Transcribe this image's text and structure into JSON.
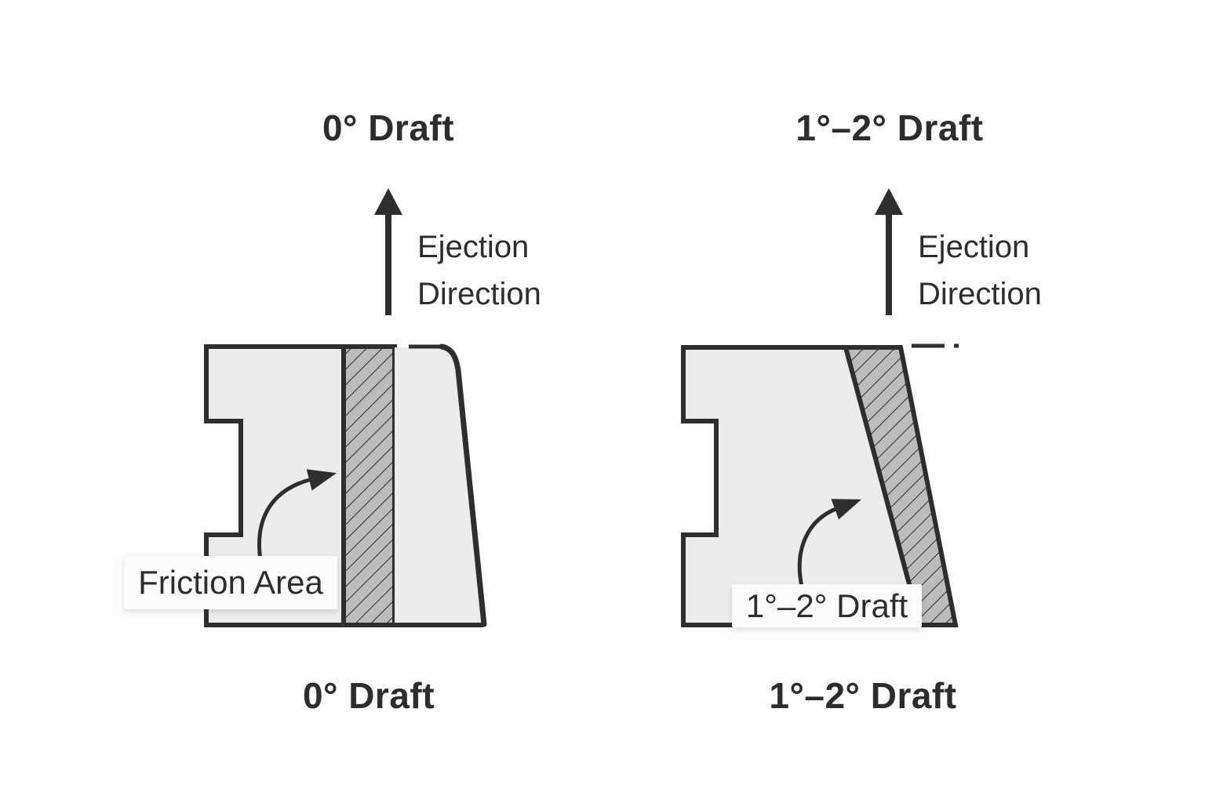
{
  "palette": {
    "background": "#fdfdfb",
    "part_fill": "#ececeb",
    "friction_band_fill": "#bcbcbc",
    "outline": "#2e2e2e",
    "text": "#2d2d2d",
    "label_background": "#fbfbfa"
  },
  "left_diagram": {
    "title": "0° Draft",
    "ejection": {
      "line1": "Ejection",
      "line2": "Direction"
    },
    "annotation_label": "Friction Area",
    "caption": "0° Draft"
  },
  "right_diagram": {
    "title": "1°–2° Draft",
    "ejection": {
      "line1": "Ejection",
      "line2": "Direction"
    },
    "annotation_label": "1°–2° Draft",
    "caption": "1°–2° Draft"
  }
}
